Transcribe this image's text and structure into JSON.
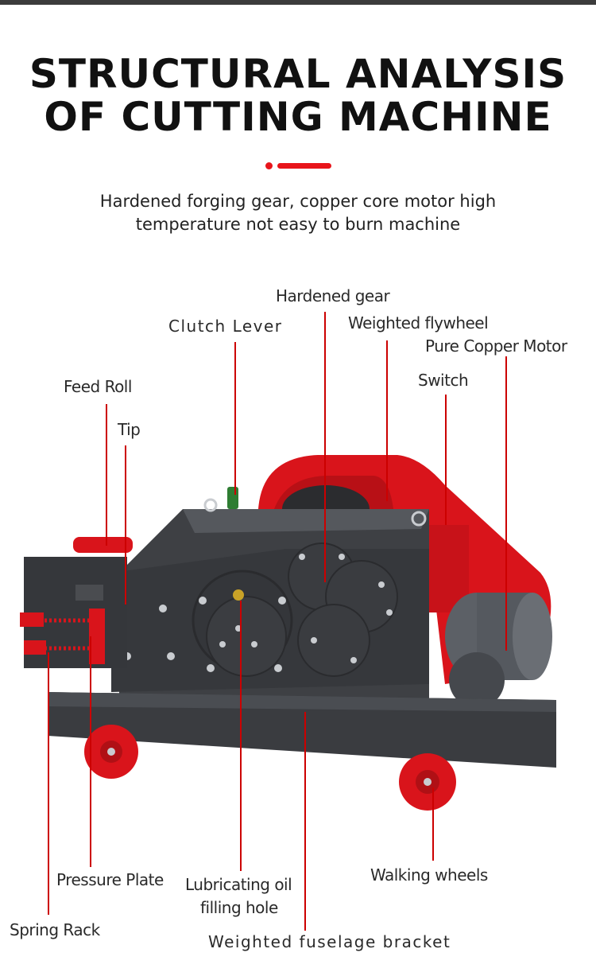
{
  "header": {
    "title_line1": "STRUCTURAL ANALYSIS",
    "title_line2": "OF CUTTING MACHINE",
    "subtitle_line1": "Hardened forging gear, copper core motor high",
    "subtitle_line2": "temperature not easy to burn machine"
  },
  "labels": {
    "hardened_gear": "Hardened gear",
    "clutch_lever": "Clutch Lever",
    "weighted_flywheel": "Weighted flywheel",
    "pure_copper_motor": "Pure Copper Motor",
    "switch": "Switch",
    "feed_roll": "Feed Roll",
    "tip": "Tip",
    "pressure_plate": "Pressure Plate",
    "lubricating_oil_line1": "Lubricating oil",
    "lubricating_oil_line2": "filling hole",
    "walking_wheels": "Walking wheels",
    "spring_rack": "Spring Rack",
    "weighted_fuselage_bracket": "Weighted fuselage bracket"
  },
  "colors": {
    "accent": "#e8151b",
    "leader": "#cc0000",
    "machine_body": "#3e4044",
    "machine_red": "#d9141b"
  }
}
